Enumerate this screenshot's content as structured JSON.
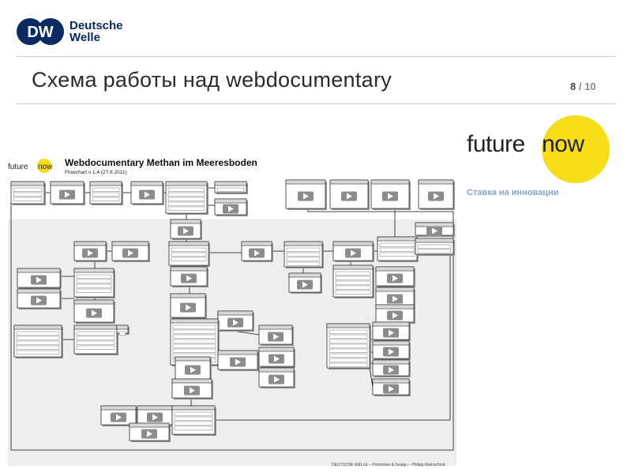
{
  "header": {
    "brand_line1": "Deutsche",
    "brand_line2": "Welle",
    "logo_mark": "DW",
    "title": "Схема работы над webdocumentary",
    "page_current": "8",
    "page_separator": " / ",
    "page_total": "10"
  },
  "promo": {
    "word1": "future",
    "word2": "now",
    "slogan": "Ставка на инновации"
  },
  "flowchart": {
    "logo1": "future",
    "logo2": "now",
    "title": "Webdocumentary Methan im Meeresboden",
    "subtitle": "Flowchart v 1.4 (27.6.2011)",
    "footer": "DEUTSCHE WELLE – Promotion & Design – Philipp Kleinschmit"
  },
  "colors": {
    "dw_blue": "#0a2a63",
    "future_now_yellow": "#f6dd18",
    "slogan": "#8aa3c8",
    "chart_bg": "#eeeeee"
  }
}
